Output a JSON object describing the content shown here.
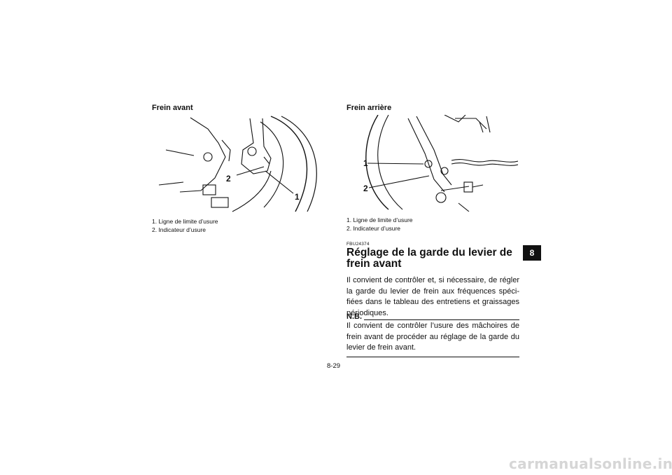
{
  "left": {
    "heading": "Frein avant",
    "callouts": [
      "2",
      "1"
    ],
    "captions": [
      "1. Ligne de limite d’usure",
      "2. Indicateur d’usure"
    ]
  },
  "right": {
    "heading": "Frein arrière",
    "callouts": [
      "1",
      "2"
    ],
    "captions": [
      "1. Ligne de limite d’usure",
      "2. Indicateur d’usure"
    ],
    "section_code": "FBU24374",
    "section_title": "Réglage de la garde du levier de frein avant",
    "body": "Il convient de contrôler et, si nécessaire, de régler la garde du levier de frein aux fréquences spéci-fiées dans le tableau des entretiens et graissages périodiques.",
    "note_label": "N.B.",
    "note_text": "Il convient de contrôler l’usure des mâchoires de frein avant de procéder au réglage de la garde du levier de frein avant."
  },
  "chapter_tab": "8",
  "page_number": "8-29",
  "watermark": "carmanualsonline.info"
}
